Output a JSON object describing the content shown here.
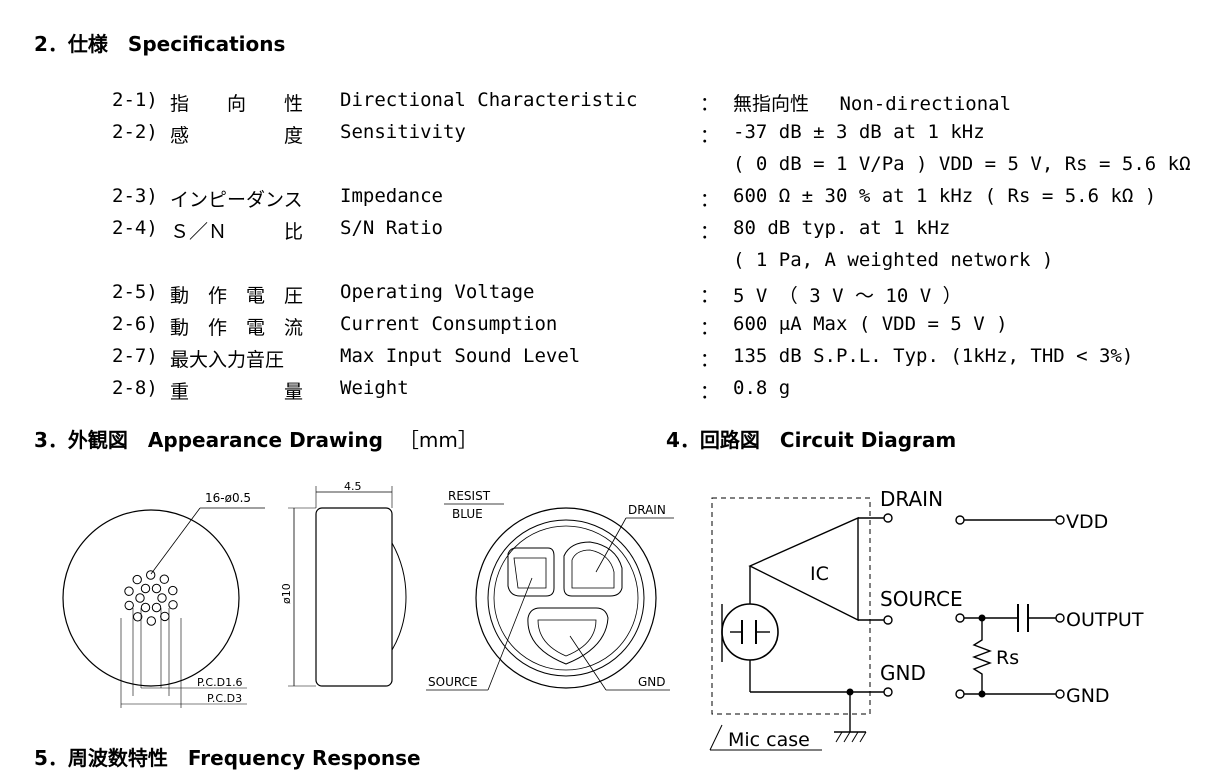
{
  "section2": {
    "title": "2．仕様　Specifications"
  },
  "specs": [
    {
      "num": "2-1)",
      "jp": "指　　向　　性",
      "en": "Directional Characteristic",
      "colon": "：",
      "value": "無指向性　 Non-directional"
    },
    {
      "num": "2-2)",
      "jp": "感　　　　　度",
      "en": "Sensitivity",
      "colon": "：",
      "value": "-37 dB ± 3 dB at 1 kHz"
    },
    {
      "num": "",
      "jp": "",
      "en": "",
      "colon": "",
      "value": "( 0 dB = 1 V/Pa ) VDD = 5 V, Rs = 5.6 kΩ"
    },
    {
      "num": "2-3)",
      "jp": "インピーダンス",
      "en": "Impedance",
      "colon": "：",
      "value": "600 Ω ± 30 % at 1 kHz ( Rs = 5.6 kΩ )"
    },
    {
      "num": "2-4)",
      "jp": "Ｓ／Ｎ　　　比",
      "en": "S/N Ratio",
      "colon": "：",
      "value": "80 dB typ. at 1 kHz"
    },
    {
      "num": "",
      "jp": "",
      "en": "",
      "colon": "",
      "value": "( 1 Pa, A weighted network )"
    },
    {
      "num": "2-5)",
      "jp": "動　作　電　圧",
      "en": "Operating Voltage",
      "colon": "：",
      "value": "5 V （ 3 V ～ 10 V ）"
    },
    {
      "num": "2-6)",
      "jp": "動　作　電　流",
      "en": "Current Consumption",
      "colon": "：",
      "value": "600 μA Max ( VDD = 5 V )"
    },
    {
      "num": "2-7)",
      "jp": "最大入力音圧",
      "en": "Max Input Sound Level",
      "colon": "：",
      "value": "135 dB S.P.L. Typ. (1kHz, THD < 3%)"
    },
    {
      "num": "2-8)",
      "jp": "重　　　　　量",
      "en": "Weight",
      "colon": "：",
      "value": "0.8 g"
    }
  ],
  "section3": {
    "title": "3．外観図　Appearance Drawing",
    "unit": "［mm］"
  },
  "section4": {
    "title": "4．回路図　Circuit Diagram"
  },
  "section5": {
    "title": "5．周波数特性　Frequency Response"
  },
  "appearance": {
    "holes_label": "16-ø0.5",
    "pcd16_label": "P.C.D1.6",
    "pcd3_label": "P.C.D3",
    "width_label": "4.5",
    "diameter_label": "ø10",
    "resist_label": "RESIST",
    "blue_label": "BLUE",
    "drain_label": "DRAIN",
    "source_label": "SOURCE",
    "gnd_label": "GND"
  },
  "circuit": {
    "drain": "DRAIN",
    "source": "SOURCE",
    "gnd": "GND",
    "ic": "IC",
    "vdd": "VDD",
    "output": "OUTPUT",
    "rs": "Rs",
    "gnd_out": "GND",
    "mic_case": "Mic case"
  }
}
